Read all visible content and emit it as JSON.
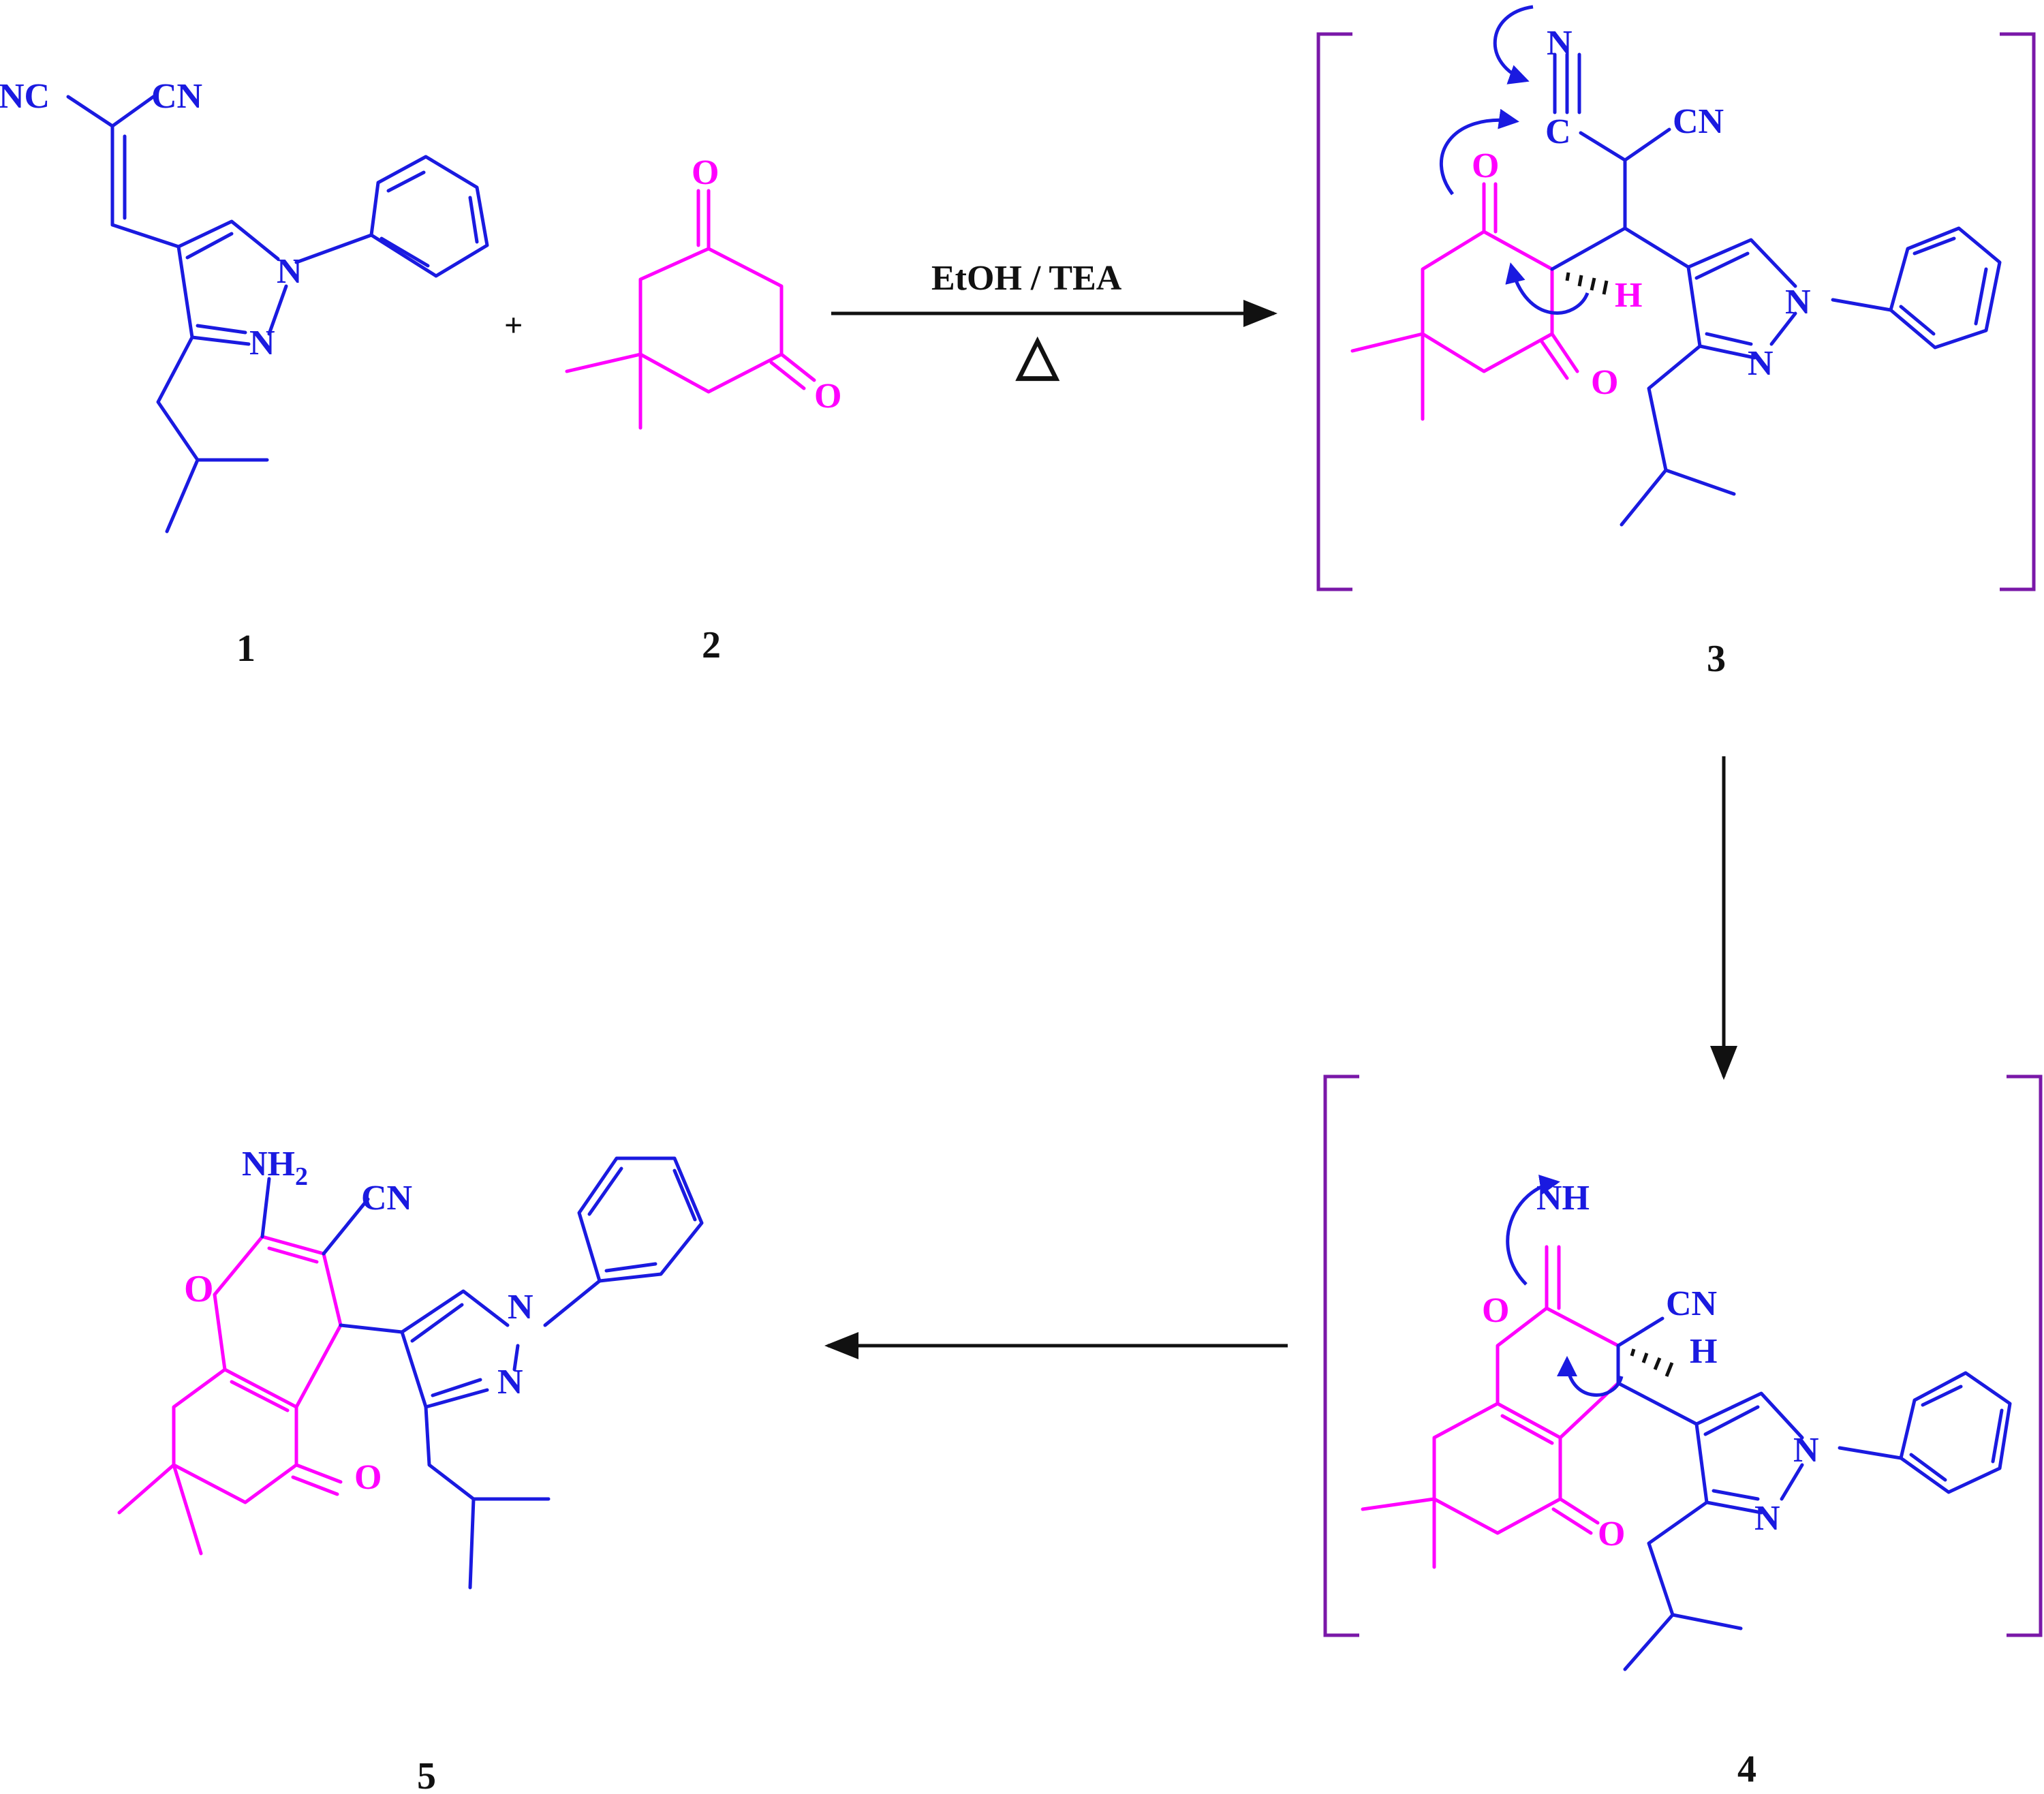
{
  "compounds": [
    {
      "number": "1"
    },
    {
      "number": "2"
    },
    {
      "number": "3"
    },
    {
      "number": "4"
    },
    {
      "number": "5"
    }
  ],
  "plus_sign": "+",
  "conditions": {
    "reagents": "EtOH / TEA",
    "heat": "△"
  },
  "atoms": {
    "nc": "NC",
    "cn": "CN",
    "n": "N",
    "o": "O",
    "c": "C",
    "h": "H",
    "nh": "NH",
    "nh2_main": "NH",
    "nh2_sub": "2"
  },
  "colors": {
    "reactant_1": "#1a1ae0",
    "reactant_2": "#ff00ff",
    "bracket": "#7a18a8",
    "arrow": "#111111"
  }
}
